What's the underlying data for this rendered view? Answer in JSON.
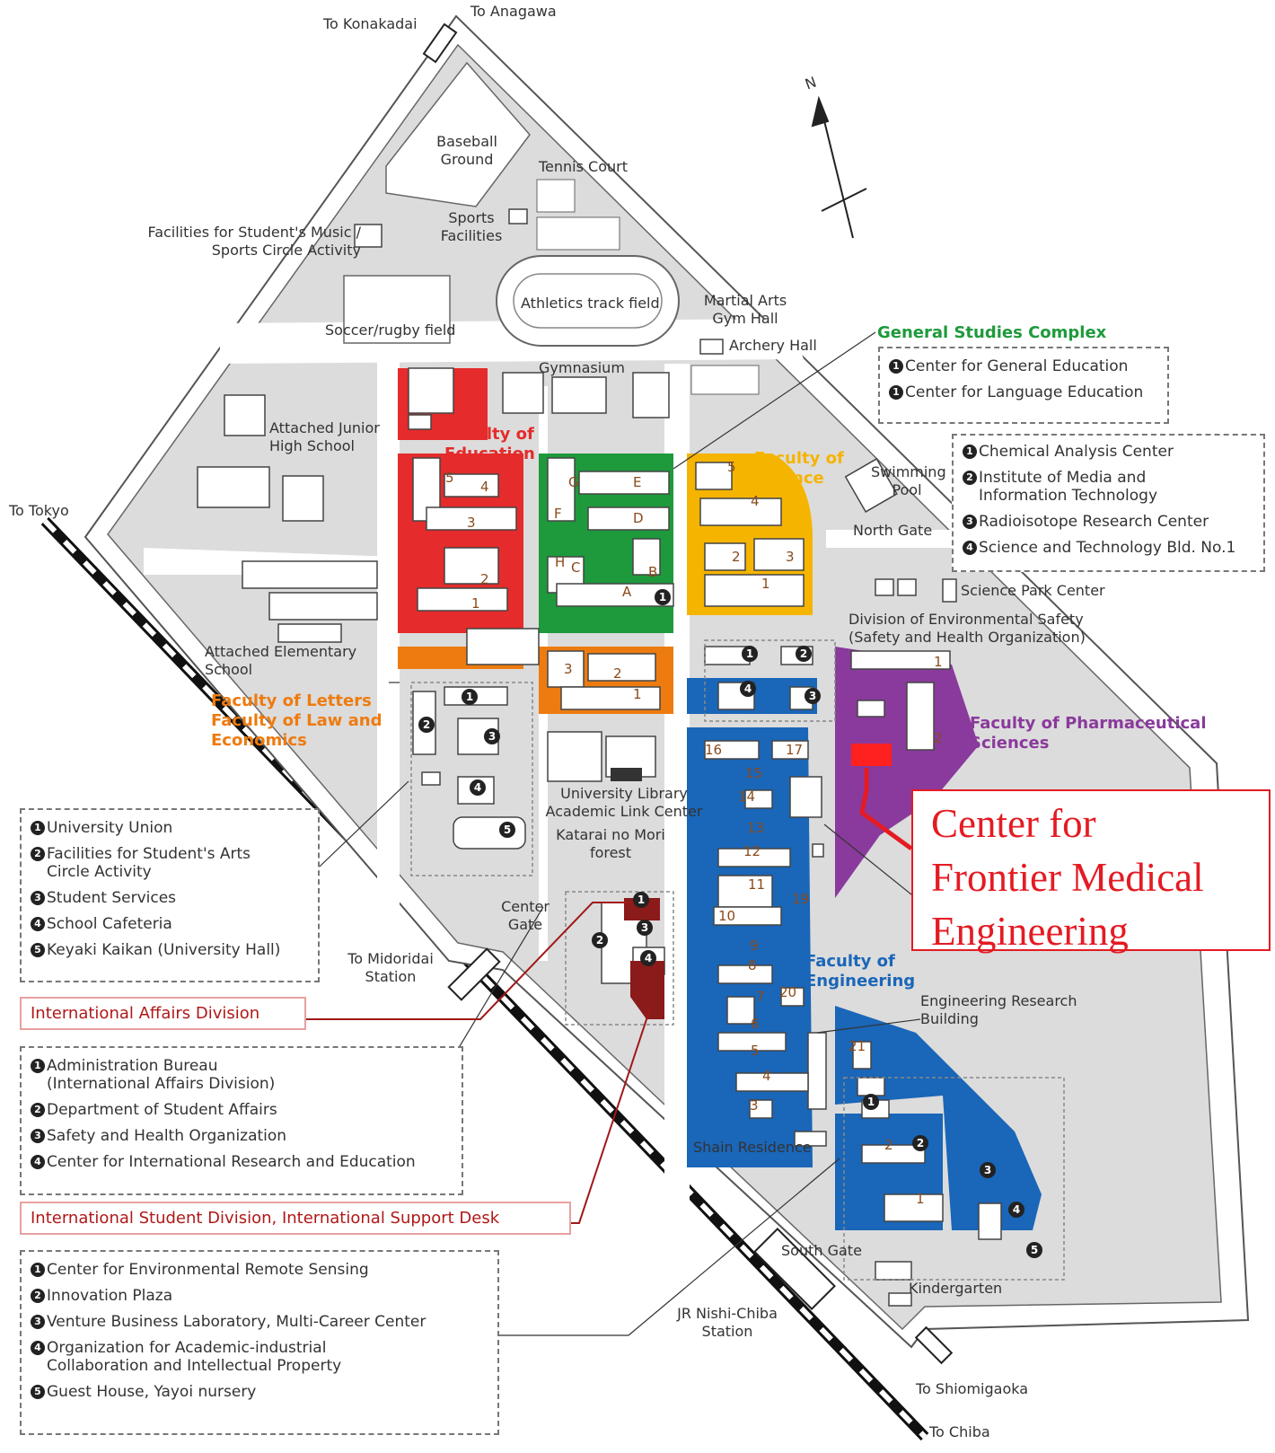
{
  "map": {
    "directions": {
      "to_anagawa": "To Anagawa",
      "to_konakadai": "To Konakadai",
      "to_tokyo": "To Tokyo",
      "to_midoridai": "To Midoridai Station",
      "to_shiomigaoka": "To Shiomigaoka",
      "to_chiba": "To Chiba",
      "north": "N"
    },
    "places": {
      "baseball": "Baseball Ground",
      "tennis": "Tennis Court",
      "sports_facilities": "Sports Facilities",
      "music_sports": "Facilities for Student's Music / Sports Circle Activity",
      "soccer": "Soccer/rugby field",
      "athletics": "Athletics track field",
      "martial_arts": "Martial Arts Gym Hall",
      "archery": "Archery Hall",
      "gymnasium": "Gymnasium",
      "junior_high": "Attached Junior High School",
      "elementary": "Attached Elementary School",
      "swimming_pool": "Swimming Pool",
      "north_gate": "North Gate",
      "science_park": "Science Park Center",
      "env_safety": "Division of Environmental Safety (Safety and Health Organization)",
      "library": "University Library Academic Link Center",
      "katarai": "Katarai no Mori forest",
      "center_gate": "Center Gate",
      "eng_research": "Engineering Research Building",
      "shain": "Shain Residence",
      "south_gate": "South Gate",
      "kindergarten": "Kindergarten",
      "jr_station": "JR Nishi-Chiba Station"
    },
    "faculties": {
      "education": "Faculty of Education",
      "science": "Faculty of Science",
      "letters_law": "Faculty of Letters Faculty of Law and Economics",
      "pharma": "Faculty of Pharmaceutical Sciences",
      "engineering": "Faculty of Engineering",
      "general_studies": "General Studies Complex"
    },
    "building_numbers": {
      "education": [
        "5",
        "4",
        "3",
        "2",
        "1"
      ],
      "general": [
        "G",
        "E",
        "F",
        "D",
        "H",
        "C",
        "B",
        "A"
      ],
      "science": [
        "5",
        "4",
        "2",
        "3",
        "1"
      ],
      "letters": [
        "3",
        "2",
        "1"
      ],
      "pharma": [
        "1",
        "2"
      ],
      "engineering": [
        "16",
        "17",
        "15",
        "14",
        "13",
        "12",
        "11",
        "19",
        "10",
        "9",
        "8",
        "7",
        "20",
        "6",
        "5",
        "4",
        "3",
        "21"
      ]
    },
    "colors": {
      "education": "#e52b2b",
      "general": "#1e9a3c",
      "science": "#f5b400",
      "letters": "#ee7b10",
      "pharma": "#8a3a9c",
      "engineering": "#1a66b8",
      "campus": "#dcdcdc",
      "highlight": "#e41b23"
    }
  },
  "legend": {
    "general_studies": [
      "Center for General Education",
      "Center for Language Education"
    ],
    "science_list": [
      "Chemical Analysis Center",
      "Institute of Media and Information Technology",
      "Radioisotope Research Center",
      "Science and Technology Bld. No.1"
    ],
    "union_list": [
      "University Union",
      "Facilities for Student's Arts Circle Activity",
      "Student Services",
      "School Cafeteria",
      "Keyaki Kaikan (University Hall)"
    ],
    "intl_affairs": "International Affairs Division",
    "admin_list": [
      "Administration Bureau (International Affairs Division)",
      "Department of Student Affairs",
      "Safety and Health Organization",
      "Center for International Research and Education"
    ],
    "intl_student": "International Student Division, International Support Desk",
    "south_list": [
      "Center for Environmental Remote Sensing",
      "Innovation Plaza",
      "Venture Business Laboratory, Multi-Career Center",
      "Organization for Academic-industrial Collaboration and Intellectual Property",
      "Guest House, Yayoi nursery"
    ]
  },
  "callout": {
    "lines": [
      "Center for",
      "Frontier Medical",
      "Engineering"
    ]
  }
}
